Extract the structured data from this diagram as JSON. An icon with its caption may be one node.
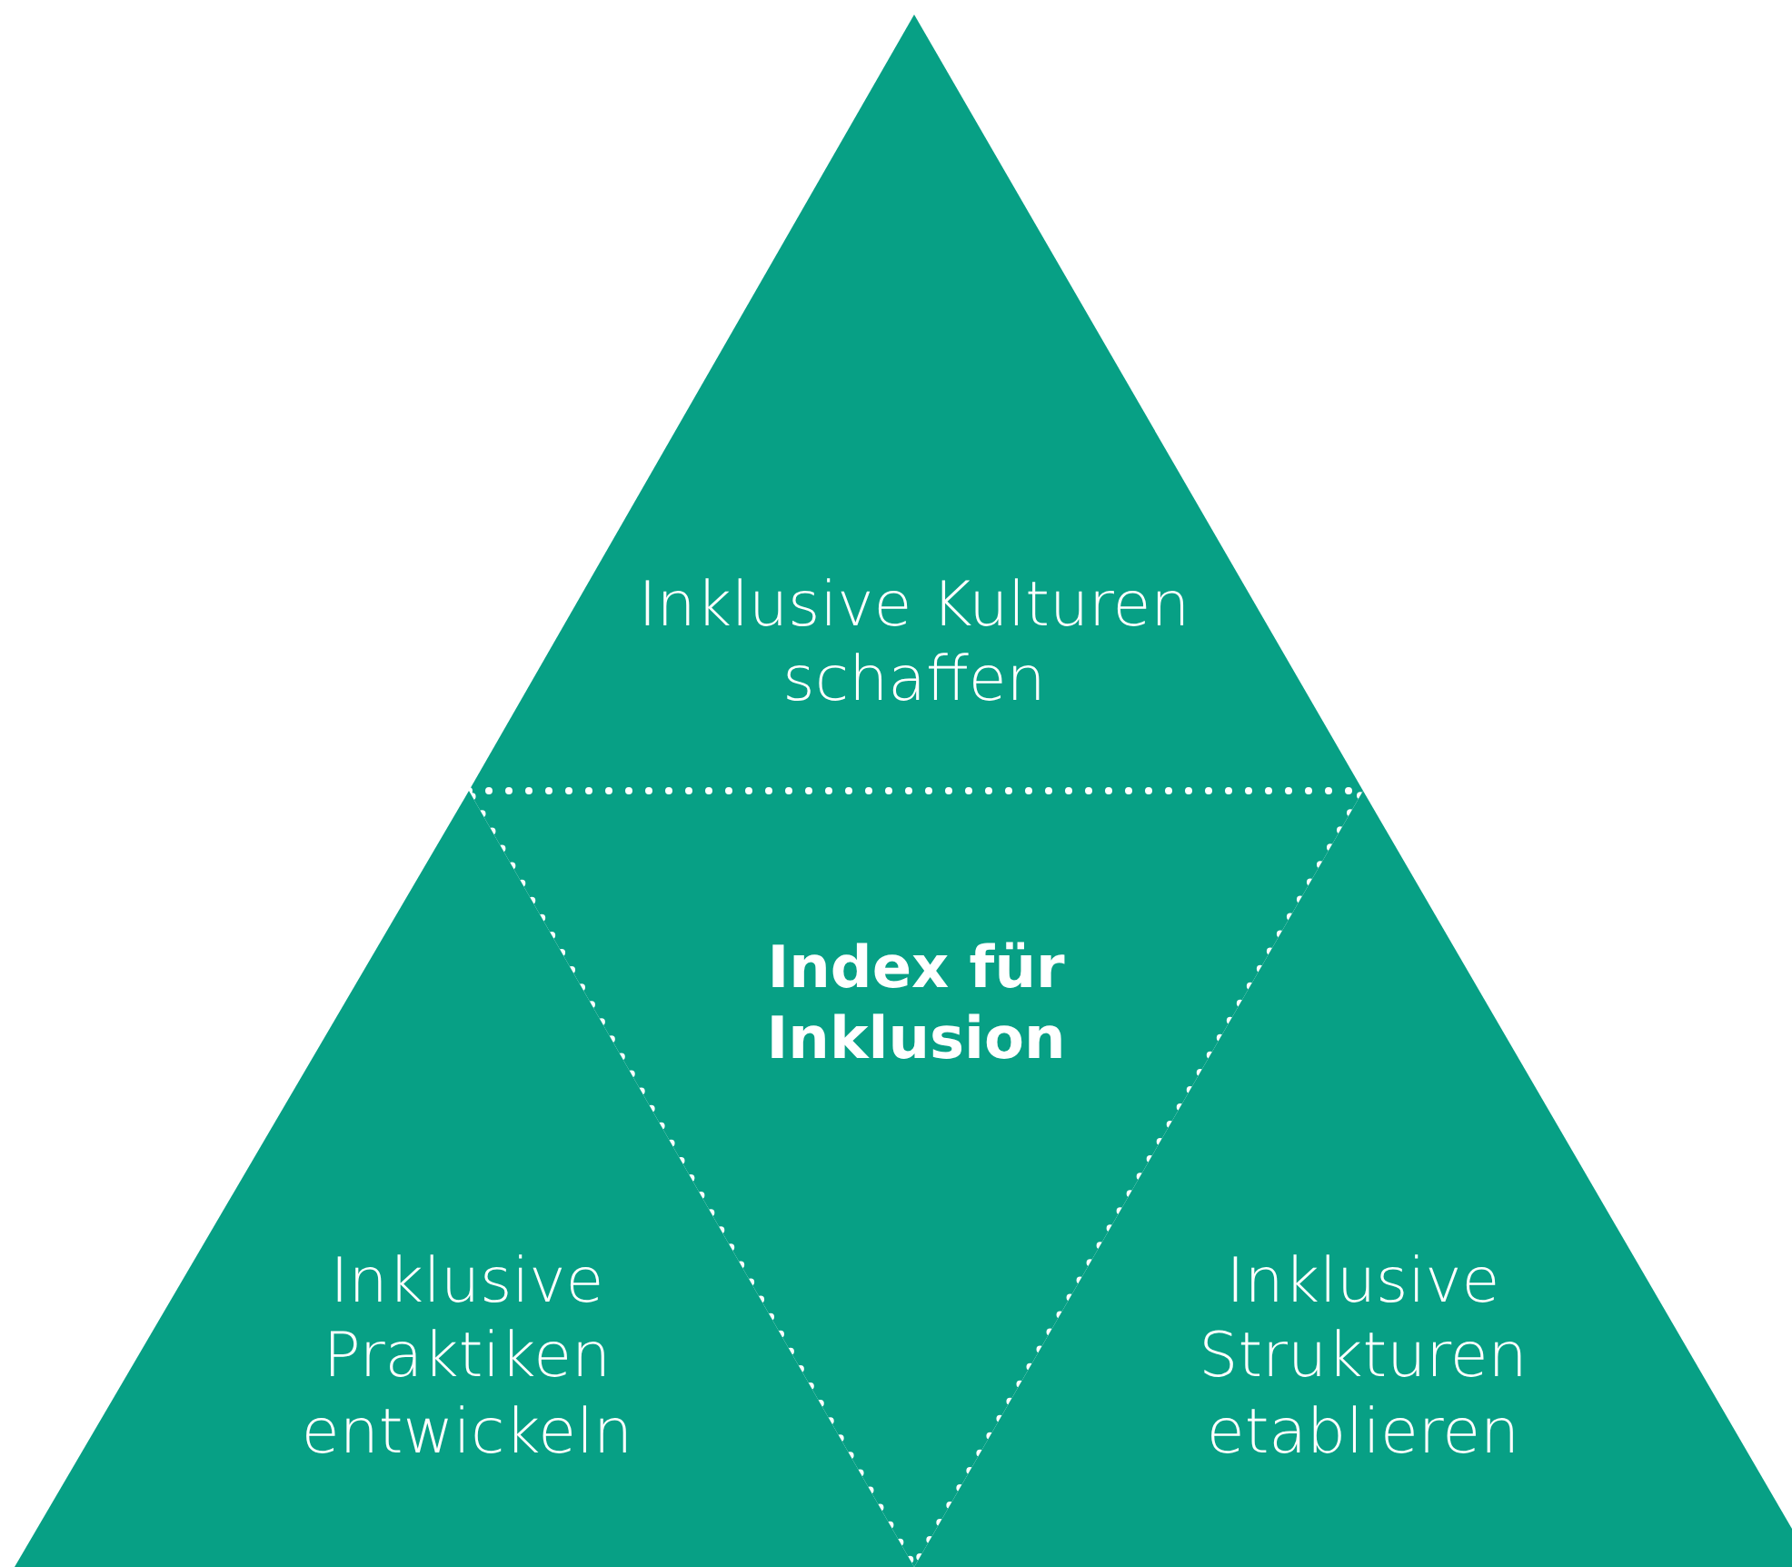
{
  "diagram": {
    "nodes": [
      {
        "text": [
          "Inklusive Kulturen schaffen"
        ]
      },
      {
        "text": [
          "Index für Inklusion"
        ]
      },
      {
        "text": [
          "Inklusive Praktiken entwickeln"
        ]
      },
      {
        "text": [
          "Inklusive Strukturen etablieren"
        ]
      }
    ]
  }
}
